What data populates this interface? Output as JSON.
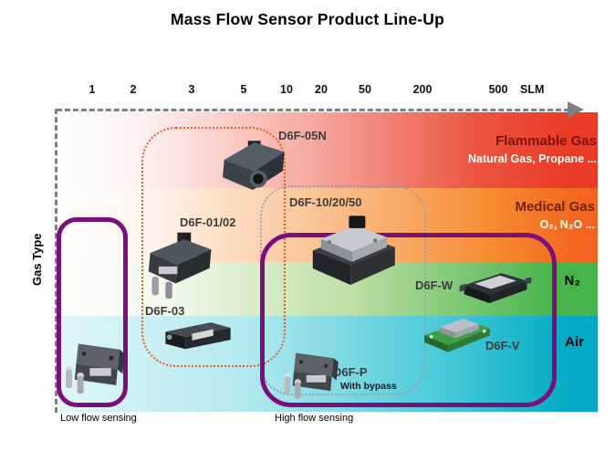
{
  "title": "Mass Flow Sensor Product Line-Up",
  "axis": {
    "y_label": "Gas Type",
    "ticks": [
      "1",
      "2",
      "3",
      "5",
      "10",
      "20",
      "50",
      "200",
      "500"
    ],
    "unit": "SLM"
  },
  "gas_types": [
    {
      "label": "Flammable Gas",
      "examples": "Natural Gas, Propane ...",
      "color": "#e93b25"
    },
    {
      "label": "Medical Gas",
      "examples": "O₂, N₂O ...",
      "color": "#f58220"
    },
    {
      "label": "N₂",
      "examples": "",
      "color": "#47b44b"
    },
    {
      "label": "Air",
      "examples": "",
      "color": "#00a9c4"
    }
  ],
  "products": [
    {
      "name": "D6F-05N"
    },
    {
      "name": "D6F-01/02"
    },
    {
      "name": "D6F-03"
    },
    {
      "name": "D6F-10/20/50"
    },
    {
      "name": "D6F-W"
    },
    {
      "name": "D6F-V"
    },
    {
      "name": "D6F-P",
      "note": "With bypass"
    }
  ],
  "regions": {
    "low_flow": "Low flow sensing",
    "high_flow": "High flow sensing"
  },
  "colors": {
    "highlight_purple": "#7a0f7a",
    "dotted_orange": "#e55b25",
    "dotted_gray": "#9aa0a5",
    "axis_gray": "#7f7f7f"
  }
}
